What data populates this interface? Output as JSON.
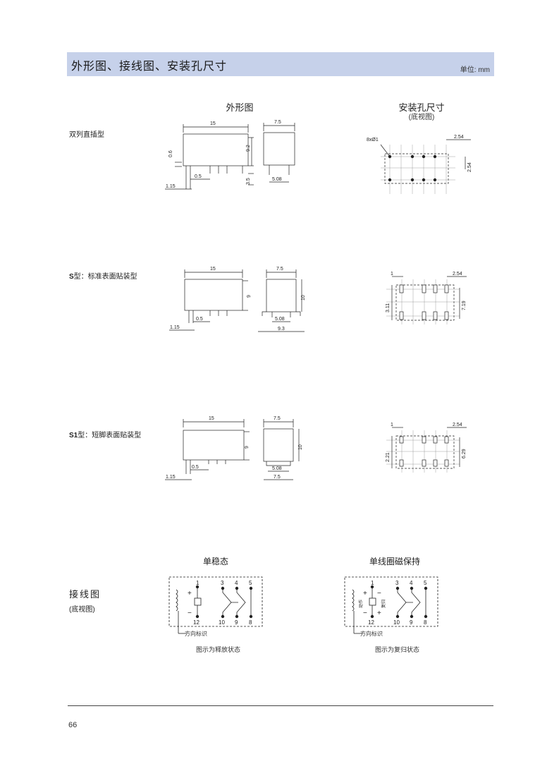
{
  "header": {
    "title": "外形图、接线图、安装孔尺寸",
    "unit": "单位: mm"
  },
  "columns": {
    "outline": "外形图",
    "mounting": "安装孔尺寸",
    "mounting_sub": "(底视图)"
  },
  "rows": [
    {
      "prefix": "",
      "label": "双列直插型"
    },
    {
      "prefix": "S",
      "label": "型：标准表面贴装型"
    },
    {
      "prefix": "S1",
      "label": "型：短脚表面贴装型"
    }
  ],
  "dims": {
    "r1": {
      "len": "15",
      "w": "7.5",
      "h": "9.2",
      "stand": "0.6",
      "pin": "0.5",
      "pitch": "5.08",
      "pinlen": "3.5",
      "edge": "1.15",
      "holes": "8xØ1",
      "hp": "2.54",
      "vp": "2.54"
    },
    "r2": {
      "len": "15",
      "w": "7.5",
      "h": "9",
      "hh": "10",
      "pin": "0.5",
      "pitch": "5.08",
      "foot": "9.3",
      "edge": "1.15",
      "pad_w": "1",
      "hp": "2.54",
      "pad_h": "3.11",
      "span": "7.19"
    },
    "r3": {
      "len": "15",
      "w": "7.5",
      "h": "9",
      "hh": "10",
      "pin": "0.5",
      "pitch": "5.08",
      "foot": "7.5",
      "edge": "1.15",
      "pad_w": "1",
      "hp": "2.54",
      "pad_h": "2.21",
      "span": "6.29"
    }
  },
  "wiring": {
    "label": "接线图",
    "label_sub": "(底视图)",
    "single": {
      "title": "单稳态",
      "caption": "图示为释放状态",
      "orient": "方向标识",
      "top_pins": [
        "1",
        "3",
        "4",
        "5"
      ],
      "bot_pins": [
        "12",
        "10",
        "9",
        "8"
      ]
    },
    "latch": {
      "title": "单线圈磁保持",
      "caption": "图示为复归状态",
      "orient": "方向标识",
      "act": "动作",
      "reset": "复归",
      "top_pins": [
        "1",
        "3",
        "4",
        "5"
      ],
      "bot_pins": [
        "12",
        "10",
        "9",
        "8"
      ]
    }
  },
  "page_number": "66"
}
